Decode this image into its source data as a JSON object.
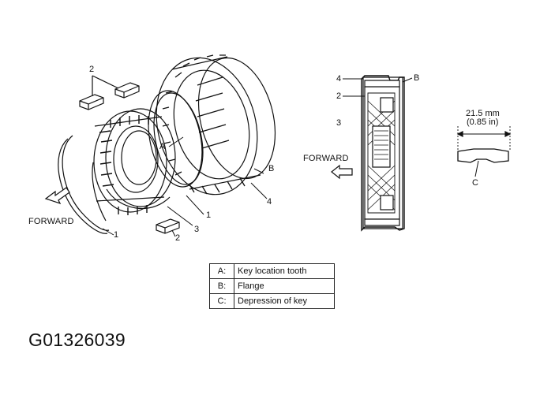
{
  "left_view": {
    "labels": {
      "key_top": "2",
      "key_bottom": "2",
      "tooth": "A",
      "ring_right": "1",
      "ring_left": "1",
      "hub": "3",
      "sleeve": "4",
      "flange": "B"
    },
    "forward": "FORWARD"
  },
  "right_view": {
    "labels": {
      "sleeve": "4",
      "key": "2",
      "hub": "3",
      "flange": "B"
    },
    "forward": "FORWARD"
  },
  "key_detail": {
    "dimension_mm": "21.5 mm",
    "dimension_in": "(0.85 in)",
    "label": "C"
  },
  "legend": [
    {
      "key": "A:",
      "text": "Key location tooth"
    },
    {
      "key": "B:",
      "text": "Flange"
    },
    {
      "key": "C:",
      "text": "Depression of key"
    }
  ],
  "figure_code": "G01326039"
}
